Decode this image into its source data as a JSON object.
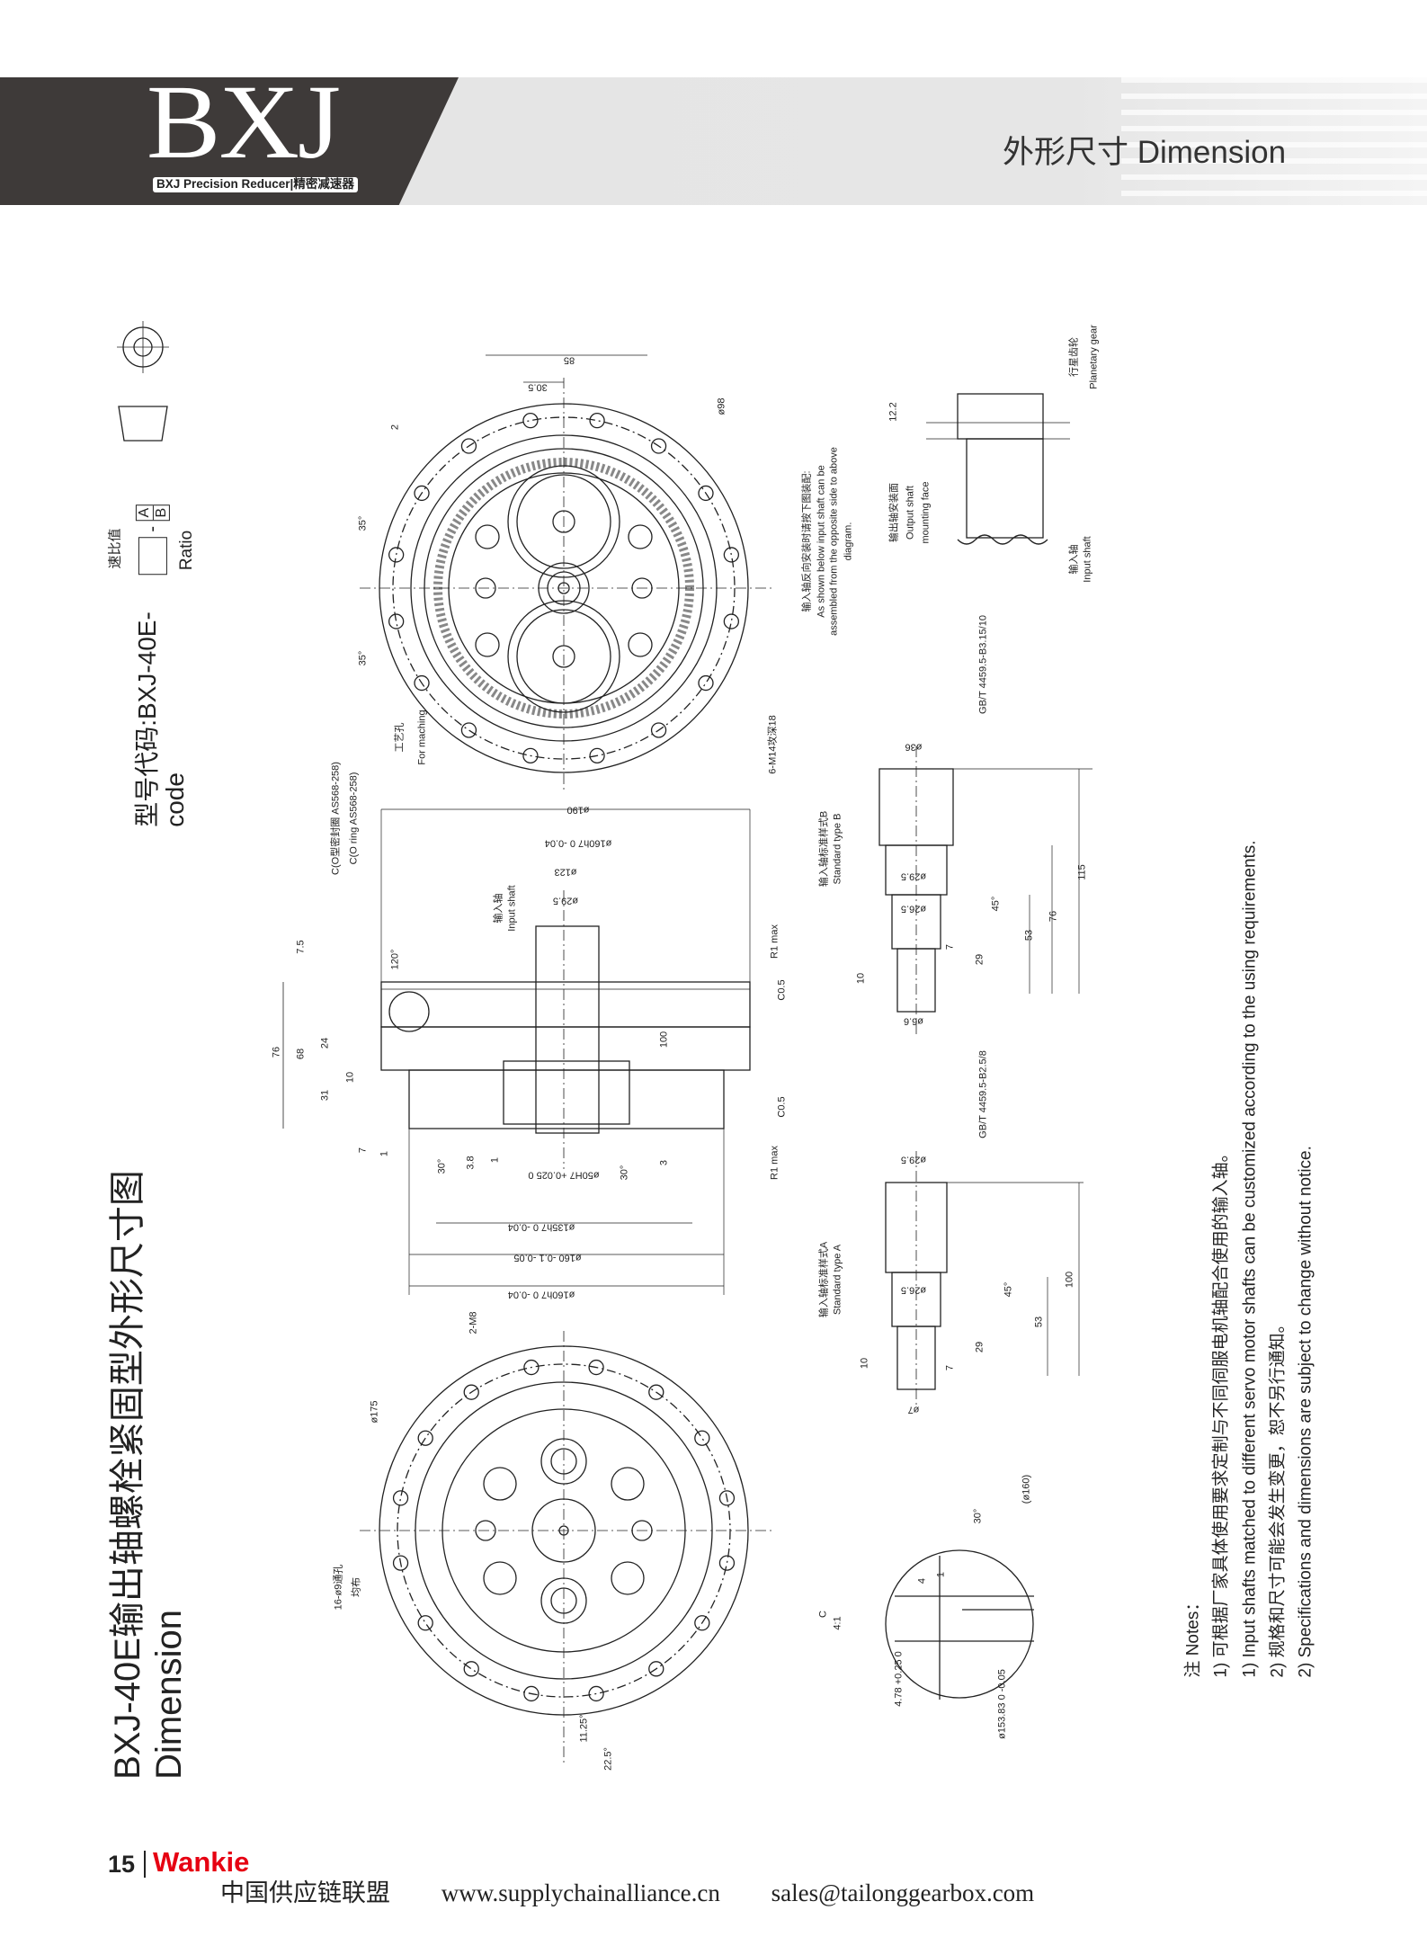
{
  "header": {
    "logo": "BXJ",
    "logo_subtitle": "BXJ Precision Reducer|精密减速器",
    "section_title": "外形尺寸 Dimension"
  },
  "title": {
    "cn": "BXJ-40E输出轴螺栓紧固型外形尺寸图",
    "en": "Dimension"
  },
  "model": {
    "label_cn": "型号代码:BXJ-40E-",
    "label_en": "code",
    "ratio_cn": "速比值",
    "ratio_en": "Ratio",
    "dash": "-",
    "frac_a": "A",
    "frac_b": "B"
  },
  "notes": {
    "heading": "注 Notes：",
    "items": [
      "1) 可根据厂家具体使用要求定制与不同伺服电机轴配合使用的输入轴。",
      "1) Input shafts matched to different servo motor shafts can be customized according to the using requirements.",
      "2) 规格和尺寸可能会发生变更，恕不另行通知。",
      "2) Specifications and dimensions are subject to change without notice."
    ]
  },
  "drawing": {
    "labels": [
      "85",
      "30.5",
      "2",
      "ø98",
      "35°",
      "35°",
      "工艺孔",
      "For maching",
      "6-M14攻深18",
      "ø190",
      "C(O型密封圈 AS568-258)",
      "C(O ring AS568-258)",
      "ø160h7 0 -0.04",
      "ø123",
      "输入轴",
      "Input shaft",
      "ø29.5",
      "7.5",
      "120°",
      "R1 max",
      "C0.5",
      "76",
      "68",
      "24",
      "31",
      "10",
      "100",
      "C0.5",
      "R1 max",
      "7",
      "1",
      "30°",
      "3.8",
      "1",
      "ø50H7 +0.025 0",
      "30°",
      "3",
      "ø135h7 0 -0.04",
      "ø160 -0.1 -0.05",
      "ø160h7 0 -0.04",
      "2-M8",
      "ø175",
      "16-ø9通孔",
      "均布",
      "11.25°",
      "22.5°",
      "输入轴标准样式B",
      "Standard type B",
      "ø36",
      "GB/T 4459.5-B3.15/10",
      "ø29.5",
      "ø26.5",
      "45°",
      "115",
      "76",
      "53",
      "29",
      "7",
      "10",
      "ø6.6",
      "ø29.5",
      "GB/T 4459.5-B2.5/8",
      "输入轴标准样式A",
      "Standard type A",
      "ø26.5",
      "45°",
      "100",
      "53",
      "29",
      "7",
      "10",
      "ø7",
      "C",
      "4:1",
      "(ø160)",
      "30°",
      "4",
      "1",
      "4.78 +0.25 0",
      "ø153.83 0 -0.05",
      "12.2",
      "输出轴安装面",
      "Output shaft",
      "mounting face",
      "输入轴",
      "Input shaft",
      "行星齿轮",
      "Planetary gear",
      "输入轴反向安装时请按下图装配:",
      "As shown below input shaft can be",
      "assembled from the opposite side to above",
      "diagram."
    ]
  },
  "footer": {
    "page": "15",
    "brand": "Wankie",
    "org": "中国供应链联盟",
    "website": "www.supplychainalliance.cn",
    "email": "sales@tailonggearbox.com"
  },
  "colors": {
    "header_dark": "#3e3a39",
    "brand_red": "#e60012"
  }
}
